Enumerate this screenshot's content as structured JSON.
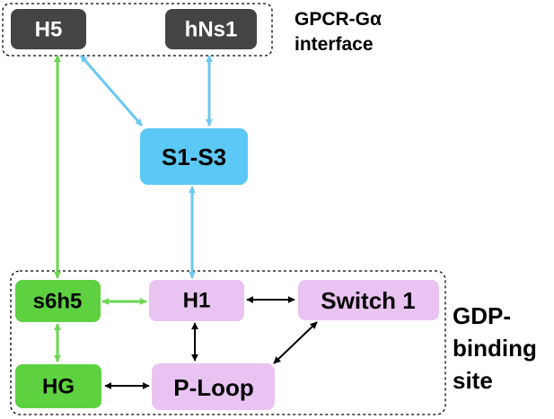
{
  "colors": {
    "dark_node": "#444444",
    "blue_node": "#5bc8f5",
    "green_node": "#5dd13f",
    "pink_node": "#e9c3f2",
    "blue_arrow": "#6cc8f0",
    "green_arrow": "#6ad650",
    "black_arrow": "#000000"
  },
  "nodes": {
    "h5": "H5",
    "hns1": "hNs1",
    "s1s3": "S1-S3",
    "s6h5": "s6h5",
    "h1": "H1",
    "switch1": "Switch 1",
    "hg": "HG",
    "ploop": "P-Loop"
  },
  "regions": {
    "gpcr_line1": "GPCR-Gα",
    "gpcr_line2": "interface",
    "gdp_line1": "GDP-",
    "gdp_line2": "binding",
    "gdp_line3": "site"
  }
}
